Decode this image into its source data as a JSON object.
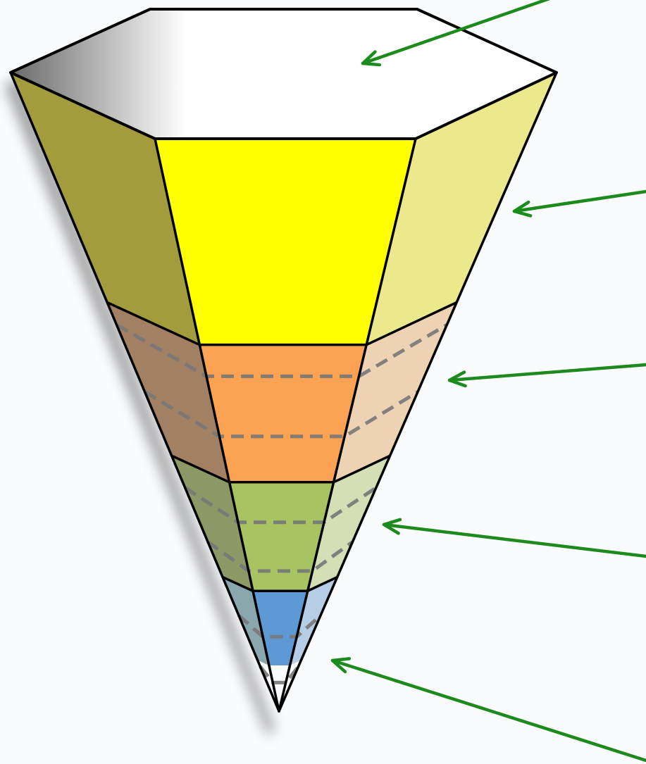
{
  "diagram": {
    "type": "inverted-hexagonal-cone",
    "layers": [
      {
        "name": "top-face",
        "front": "#ffffff",
        "left": "#7a7a7a",
        "right": "#ffffff"
      },
      {
        "name": "layer-1",
        "front": "#ffff00",
        "left": "#a39c3c",
        "right": "#ece88c"
      },
      {
        "name": "layer-2",
        "front": "#fba253",
        "left": "#a28064",
        "right": "#edd2b3"
      },
      {
        "name": "layer-3",
        "front": "#a7c362",
        "left": "#8c9866",
        "right": "#d4dfb6"
      },
      {
        "name": "layer-4",
        "front": "#5d99d4",
        "left": "#8aa7ae",
        "right": "#b6cde6"
      }
    ],
    "colors": {
      "arrow": "#1d8a1d",
      "outline": "#000000",
      "dashed": "#777777"
    },
    "pointers": [
      {
        "name": "arrow-top-face"
      },
      {
        "name": "arrow-layer-1"
      },
      {
        "name": "arrow-layer-2"
      },
      {
        "name": "arrow-layer-3"
      },
      {
        "name": "arrow-layer-4"
      }
    ]
  }
}
